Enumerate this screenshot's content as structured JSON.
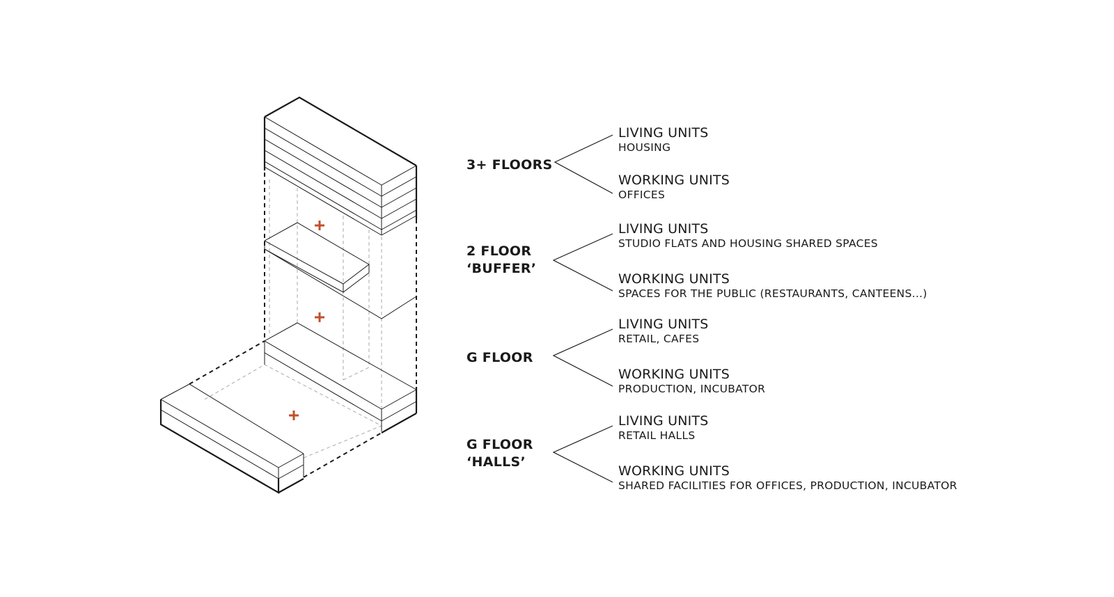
{
  "accent_color": "#c0502a",
  "floors": [
    {
      "name_lines": [
        "3+ FLOORS"
      ],
      "units": [
        {
          "title": "LIVING UNITS",
          "desc": "HOUSING"
        },
        {
          "title": "WORKING UNITS",
          "desc": "OFFICES"
        }
      ]
    },
    {
      "name_lines": [
        "2 FLOOR",
        "‘BUFFER’"
      ],
      "units": [
        {
          "title": "LIVING UNITS",
          "desc": "STUDIO FLATS AND HOUSING SHARED SPACES"
        },
        {
          "title": "WORKING UNITS",
          "desc": "SPACES FOR THE PUBLIC (RESTAURANTS, CANTEENS...)"
        }
      ]
    },
    {
      "name_lines": [
        "G FLOOR"
      ],
      "units": [
        {
          "title": "LIVING UNITS",
          "desc": "RETAIL, CAFES"
        },
        {
          "title": "WORKING UNITS",
          "desc": "PRODUCTION, INCUBATOR"
        }
      ]
    },
    {
      "name_lines": [
        "G FLOOR",
        "‘HALLS’"
      ],
      "units": [
        {
          "title": "LIVING UNITS",
          "desc": "RETAIL HALLS"
        },
        {
          "title": "WORKING UNITS",
          "desc": "SHARED FACILITIES FOR OFFICES, PRODUCTION, INCUBATOR"
        }
      ]
    }
  ]
}
